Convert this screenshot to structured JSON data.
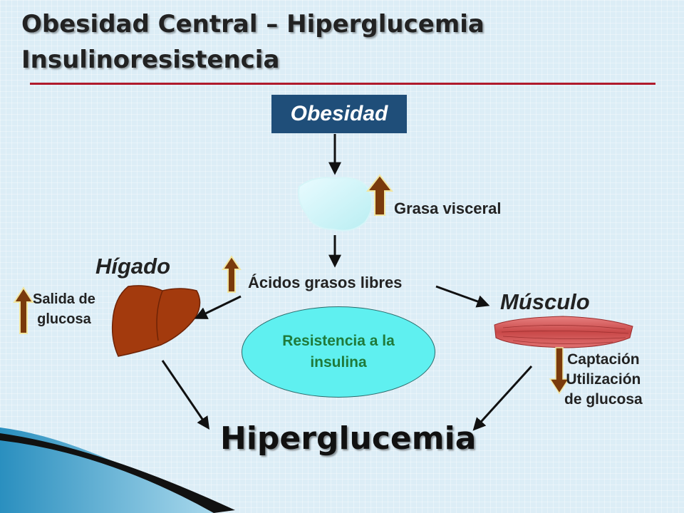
{
  "title": {
    "line1": "Obesidad Central – Hiperglucemia",
    "line2": "Insulinoresistencia"
  },
  "nodes": {
    "obesidad": "Obesidad",
    "grasa_visceral": "Grasa visceral",
    "higado": "Hígado",
    "musculo": "Músculo",
    "acidos_grasos": "Ácidos grasos libres",
    "salida": [
      "Salida de",
      "glucosa"
    ],
    "captacion": [
      "Captación",
      "Utilización",
      "de glucosa"
    ],
    "resistencia": [
      "Resistencia a la",
      "insulina"
    ],
    "hiperglucemia": "Hiperglucemia"
  },
  "colors": {
    "rule": "#b01a2c",
    "obesidad_box": "#1f4e79",
    "ellipse": "#5ff0f0",
    "ellipse_text": "#1f7a3a",
    "liver": "#a33a0d",
    "muscle": "#d96a6a",
    "up_arrow": "#7a3a0c"
  },
  "icons": [
    "visceral-fat-icon",
    "liver-icon",
    "muscle-icon",
    "up-arrow-icon",
    "down-arrow-icon"
  ]
}
